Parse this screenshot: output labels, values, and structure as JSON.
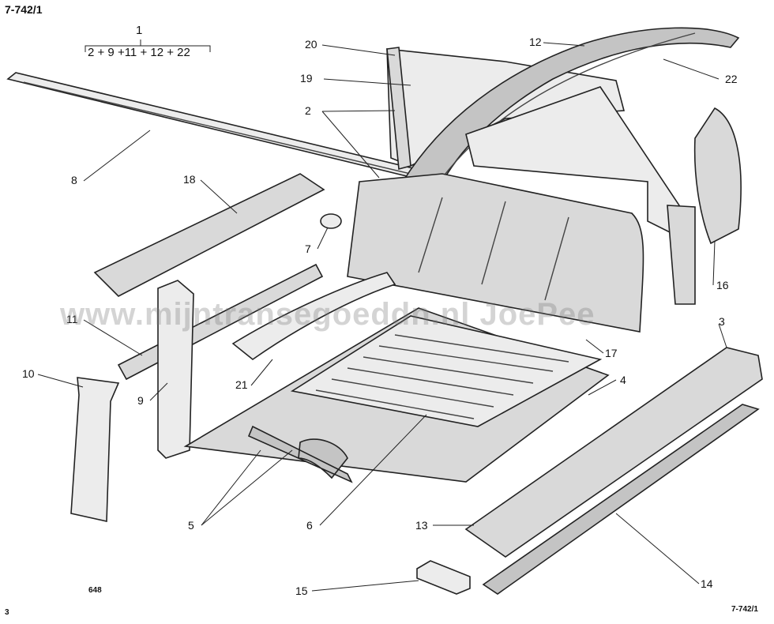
{
  "header": {
    "ref_top_left": "7-742/1",
    "ref_bottom_right": "7-742/1",
    "page_no": "3",
    "fig_no": "648"
  },
  "assembly": {
    "number": "1",
    "formula": "2 + 9 +11 + 12 + 22"
  },
  "watermark": "www.mijntransegoeddn.nl  JoePee",
  "callouts": [
    {
      "id": "c1",
      "text": "1"
    },
    {
      "id": "c2",
      "text": "2"
    },
    {
      "id": "c3",
      "text": "3"
    },
    {
      "id": "c4",
      "text": "4"
    },
    {
      "id": "c5",
      "text": "5"
    },
    {
      "id": "c6",
      "text": "6"
    },
    {
      "id": "c7",
      "text": "7"
    },
    {
      "id": "c8",
      "text": "8"
    },
    {
      "id": "c9",
      "text": "9"
    },
    {
      "id": "c10",
      "text": "10"
    },
    {
      "id": "c11",
      "text": "11"
    },
    {
      "id": "c12",
      "text": "12"
    },
    {
      "id": "c13",
      "text": "13"
    },
    {
      "id": "c14",
      "text": "14"
    },
    {
      "id": "c15",
      "text": "15"
    },
    {
      "id": "c16",
      "text": "16"
    },
    {
      "id": "c17",
      "text": "17"
    },
    {
      "id": "c18",
      "text": "18"
    },
    {
      "id": "c19",
      "text": "19"
    },
    {
      "id": "c20",
      "text": "20"
    },
    {
      "id": "c21",
      "text": "21"
    },
    {
      "id": "c22",
      "text": "22"
    }
  ]
}
